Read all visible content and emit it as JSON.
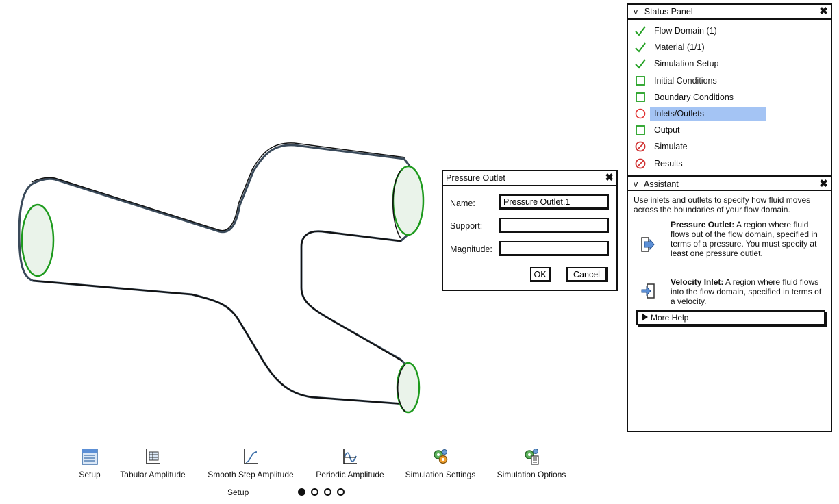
{
  "status_panel": {
    "title": "Status Panel",
    "collapse_glyph": "v",
    "close_glyph": "✖",
    "items": [
      {
        "label": "Flow Domain (1)",
        "state": "check"
      },
      {
        "label": "Material (1/1)",
        "state": "check"
      },
      {
        "label": "Simulation Setup",
        "state": "check"
      },
      {
        "label": "Initial Conditions",
        "state": "empty"
      },
      {
        "label": "Boundary Conditions",
        "state": "empty"
      },
      {
        "label": "Inlets/Outlets",
        "state": "circle",
        "active": true
      },
      {
        "label": "Output",
        "state": "empty"
      },
      {
        "label": "Simulate",
        "state": "blocked"
      },
      {
        "label": "Results",
        "state": "blocked"
      }
    ]
  },
  "assistant": {
    "title": "Assistant",
    "collapse_glyph": "v",
    "close_glyph": "✖",
    "intro": "Use inlets and outlets to specify how fluid moves across the boundaries of your flow domain.",
    "items": [
      {
        "title": "Pressure Outlet:",
        "text": " A region where fluid flows out of the flow domain, specified in terms of a pressure. You must specify at least one pressure outlet.",
        "icon": "pressure-outlet-icon"
      },
      {
        "title": "Velocity Inlet:",
        "text": " A region where fluid flows into the flow domain, specified in terms of a velocity.",
        "icon": "velocity-inlet-icon"
      }
    ],
    "more_help": "More Help"
  },
  "dialog": {
    "title": "Pressure Outlet",
    "close_glyph": "✖",
    "fields": {
      "name_label": "Name:",
      "name_value": "Pressure Outlet.1",
      "support_label": "Support:",
      "support_value": "",
      "magnitude_label": "Magnitude:",
      "magnitude_value": ""
    },
    "ok": "OK",
    "cancel": "Cancel"
  },
  "toolbar": {
    "items": [
      {
        "label": "Setup",
        "icon": "setup-table-icon"
      },
      {
        "label": "Tabular Amplitude",
        "icon": "tabular-amplitude-icon"
      },
      {
        "label": "Smooth Step Amplitude",
        "icon": "smooth-step-icon"
      },
      {
        "label": "Periodic Amplitude",
        "icon": "periodic-amplitude-icon"
      },
      {
        "label": "Simulation Settings",
        "icon": "gears-settings-icon"
      },
      {
        "label": "Simulation Options",
        "icon": "gears-options-icon"
      }
    ],
    "page_label": "Setup",
    "page_count": 4,
    "current_page": 1
  },
  "colors": {
    "check": "#22a022",
    "circle": "#e03030",
    "blocked": "#d03030",
    "highlight": "#a4c4f4",
    "inlet_ring": "#1d9a1d",
    "inlet_fill": "#eaf3ea"
  }
}
